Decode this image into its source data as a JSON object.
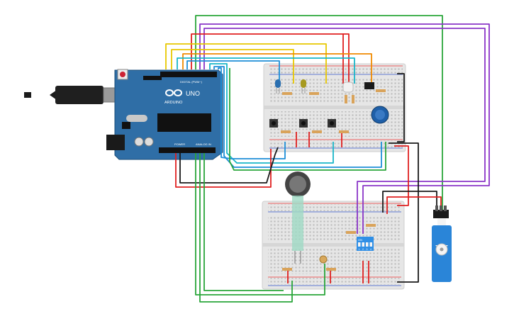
{
  "arduino": {
    "brand": "ARDUINO",
    "model": "UNO",
    "digital_header_label": "DIGITAL (PWM~)",
    "power_header_label": "POWER",
    "analog_header_label": "ANALOG IN",
    "board_color": "#2f6ea6"
  },
  "dip_switch": {
    "on_label": "ON",
    "switch_numbers": [
      "1",
      "2",
      "3",
      "4"
    ],
    "color": "#2f8fe6"
  },
  "colors": {
    "wire_red": "#e02020",
    "wire_black": "#1a1a1a",
    "wire_green": "#2aa63a",
    "wire_blue": "#1e8fd8",
    "wire_purple": "#8a35c8",
    "wire_yellow": "#e8c800",
    "wire_orange": "#f08a00",
    "wire_cyan": "#19b6c8",
    "breadboard": "#e6e6e6",
    "servo_body": "#2a85d8"
  },
  "components": [
    "usb-cable",
    "arduino-uno",
    "breadboard-top",
    "breadboard-bottom",
    "potentiometer",
    "push-button-1",
    "push-button-2",
    "push-button-3",
    "led-blue",
    "led-yellow",
    "led-rgb",
    "slide-switch",
    "force-sensor",
    "photoresistor",
    "dip-switch",
    "servo-motor"
  ]
}
